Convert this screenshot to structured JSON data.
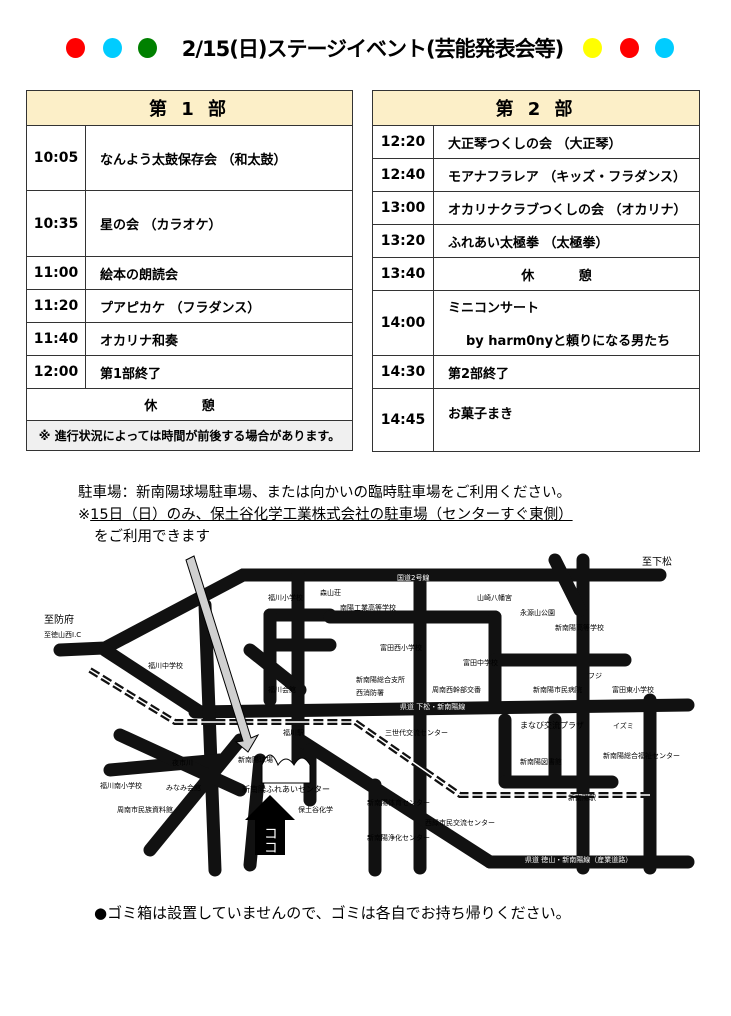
{
  "title": "2/15(日)ステージイベント(芸能発表会等)",
  "dots_left": [
    "#ff0000",
    "#00ccff",
    "#008000"
  ],
  "dots_right": [
    "#ffff00",
    "#ff0000",
    "#00ccff"
  ],
  "part1": {
    "header": "第 1 部",
    "rows": [
      {
        "time": "10:05",
        "act": "なんよう太鼓保存会 （和太鼓）"
      },
      {
        "time": "10:35",
        "act": "星の会 （カラオケ）"
      },
      {
        "time": "11:00",
        "act": "絵本の朗読会"
      },
      {
        "time": "11:20",
        "act": "プアピカケ （フラダンス）"
      },
      {
        "time": "11:40",
        "act": "オカリナ和奏"
      },
      {
        "time": "12:00",
        "act": "第1部終了"
      }
    ],
    "break": "休 憩",
    "note": "※ 進行状況によっては時間が前後する場合があります。"
  },
  "part2": {
    "header": "第 2 部",
    "rows": [
      {
        "time": "12:20",
        "act": "大正琴つくしの会 （大正琴）"
      },
      {
        "time": "12:40",
        "act": "モアナフラレア （キッズ・フラダンス）"
      },
      {
        "time": "13:00",
        "act": "オカリナクラブつくしの会 （オカリナ）"
      },
      {
        "time": "13:20",
        "act": "ふれあい太極拳 （太極拳）"
      },
      {
        "time": "13:40",
        "act": "休 憩"
      },
      {
        "time": "14:00",
        "act": "ミニコンサート",
        "act2": "by harm0nyと頼りになる男たち"
      },
      {
        "time": "14:30",
        "act": "第2部終了"
      },
      {
        "time": "14:45",
        "act": "お菓子まき"
      }
    ]
  },
  "parking": {
    "line1": "駐車場：新南陽球場駐車場、または向かいの臨時駐車場をご利用ください。",
    "line2_mark": "※",
    "line2": "15日（日）のみ、保土谷化学工業株式会社の駐車場（センターすぐ東側）",
    "line3": "をご利用できます"
  },
  "map": {
    "labels": [
      "至下松",
      "至防府",
      "至徳山西I.C",
      "国道2号線",
      "福川小学校",
      "森山荘",
      "南陽工業高等学校",
      "山崎八幡宮",
      "永源山公園",
      "新南陽高等学校",
      "富田西小学校",
      "富田中学校",
      "福川中学校",
      "福川会館",
      "新南陽総合支所",
      "西消防署",
      "周南西幹部交番",
      "新南陽市民病院",
      "フジ",
      "富田東小学校",
      "県道 下松・新南陽線",
      "福川駅",
      "三世代交流センター",
      "まなび交流プラザ",
      "新南陽図書館",
      "イズミ",
      "新南陽総合福祉センター",
      "新南陽球場",
      "新南陽ふれあいセンター",
      "保土谷化学",
      "福川南小学校",
      "みなみ会館",
      "夜市川",
      "周南市民族資料館",
      "新南陽体育センター",
      "新南陽浄化センター",
      "西緑市民交流センター",
      "新南陽駅",
      "県道 徳山・新南陽線（産業道路）",
      "ココ"
    ]
  },
  "bottom_note": "●ゴミ箱は設置していませんので、ゴミは各自でお持ち帰りください。"
}
